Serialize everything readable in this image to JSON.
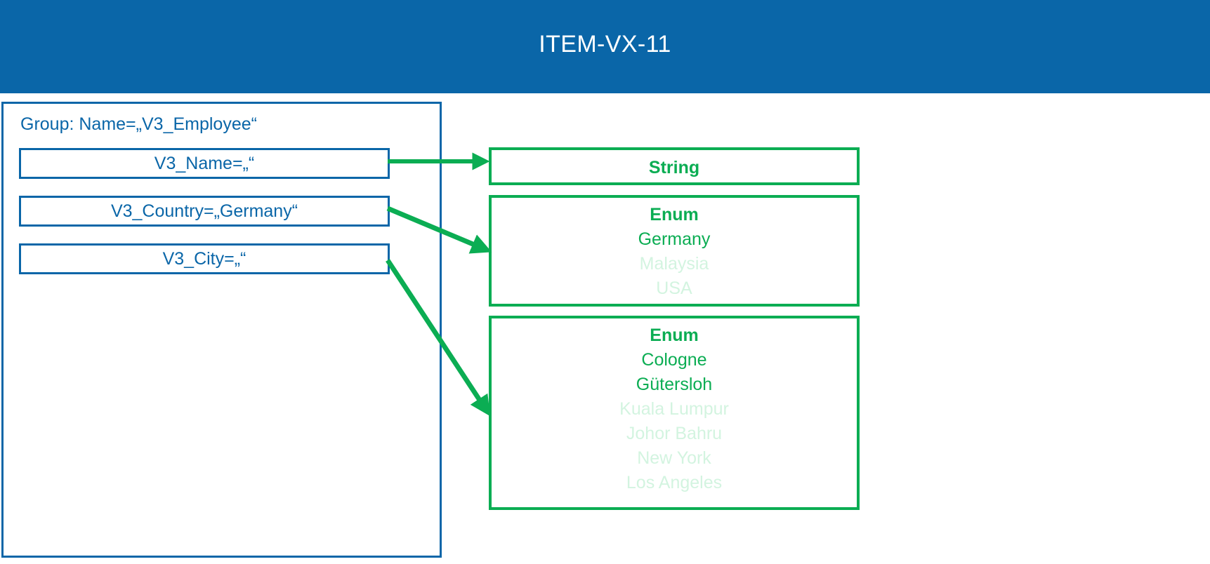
{
  "header": {
    "title": "ITEM-VX-11",
    "background_color": "#0A66A8",
    "text_color": "#FFFFFF"
  },
  "colors": {
    "blue": "#0A66A8",
    "green": "#0BAD53",
    "green_dim": "#D3F4E0",
    "white": "#FFFFFF"
  },
  "group": {
    "label": "Group: Name=„V3_Employee“",
    "fields": [
      {
        "id": "name",
        "label": "V3_Name=„“"
      },
      {
        "id": "country",
        "label": "V3_Country=„Germany“"
      },
      {
        "id": "city",
        "label": "V3_City=„“"
      }
    ]
  },
  "types": [
    {
      "id": "string",
      "head": "String",
      "items": []
    },
    {
      "id": "enum-country",
      "head": "Enum",
      "items": [
        {
          "label": "Germany",
          "dim": false
        },
        {
          "label": "Malaysia",
          "dim": true
        },
        {
          "label": "USA",
          "dim": true
        }
      ]
    },
    {
      "id": "enum-city",
      "head": "Enum",
      "items": [
        {
          "label": "Cologne",
          "dim": false
        },
        {
          "label": "Gütersloh",
          "dim": false
        },
        {
          "label": "Kuala Lumpur",
          "dim": true
        },
        {
          "label": "Johor Bahru",
          "dim": true
        },
        {
          "label": "New York",
          "dim": true
        },
        {
          "label": "Los Angeles",
          "dim": true
        }
      ]
    }
  ],
  "arrows": [
    {
      "id": "arrow-name-to-string",
      "from_field": "name",
      "to_type": "string"
    },
    {
      "id": "arrow-country-to-enum",
      "from_field": "country",
      "to_type": "enum-country"
    },
    {
      "id": "arrow-city-to-enum",
      "from_field": "city",
      "to_type": "enum-city"
    }
  ]
}
